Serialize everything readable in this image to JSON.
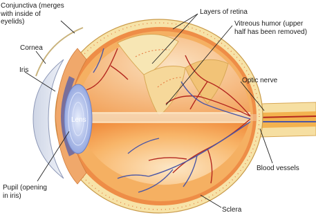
{
  "labels": {
    "conjunctiva": "Conjunctiva (merges\nwith inside of\neyelids)",
    "cornea": "Cornea",
    "iris": "Iris",
    "lens": "Lens",
    "pupil": "Pupil (opening\nin iris)",
    "retina": "Layers of retina",
    "vitreous": "Vitreous humor (upper\nhalf has been removed)",
    "optic_nerve": "Optic nerve",
    "blood_vessels": "Blood vessels",
    "sclera": "Sclera"
  },
  "colors": {
    "sclera": "#f7e3a8",
    "choroid": "#e97a3c",
    "vitreous_upper": "#f6c48f",
    "vitreous_lower": "#f9a74e",
    "lens": "#b9c8ef",
    "vessels_red": "#b3261e",
    "vessels_blue": "#4a56a6",
    "leader": "#222222"
  }
}
